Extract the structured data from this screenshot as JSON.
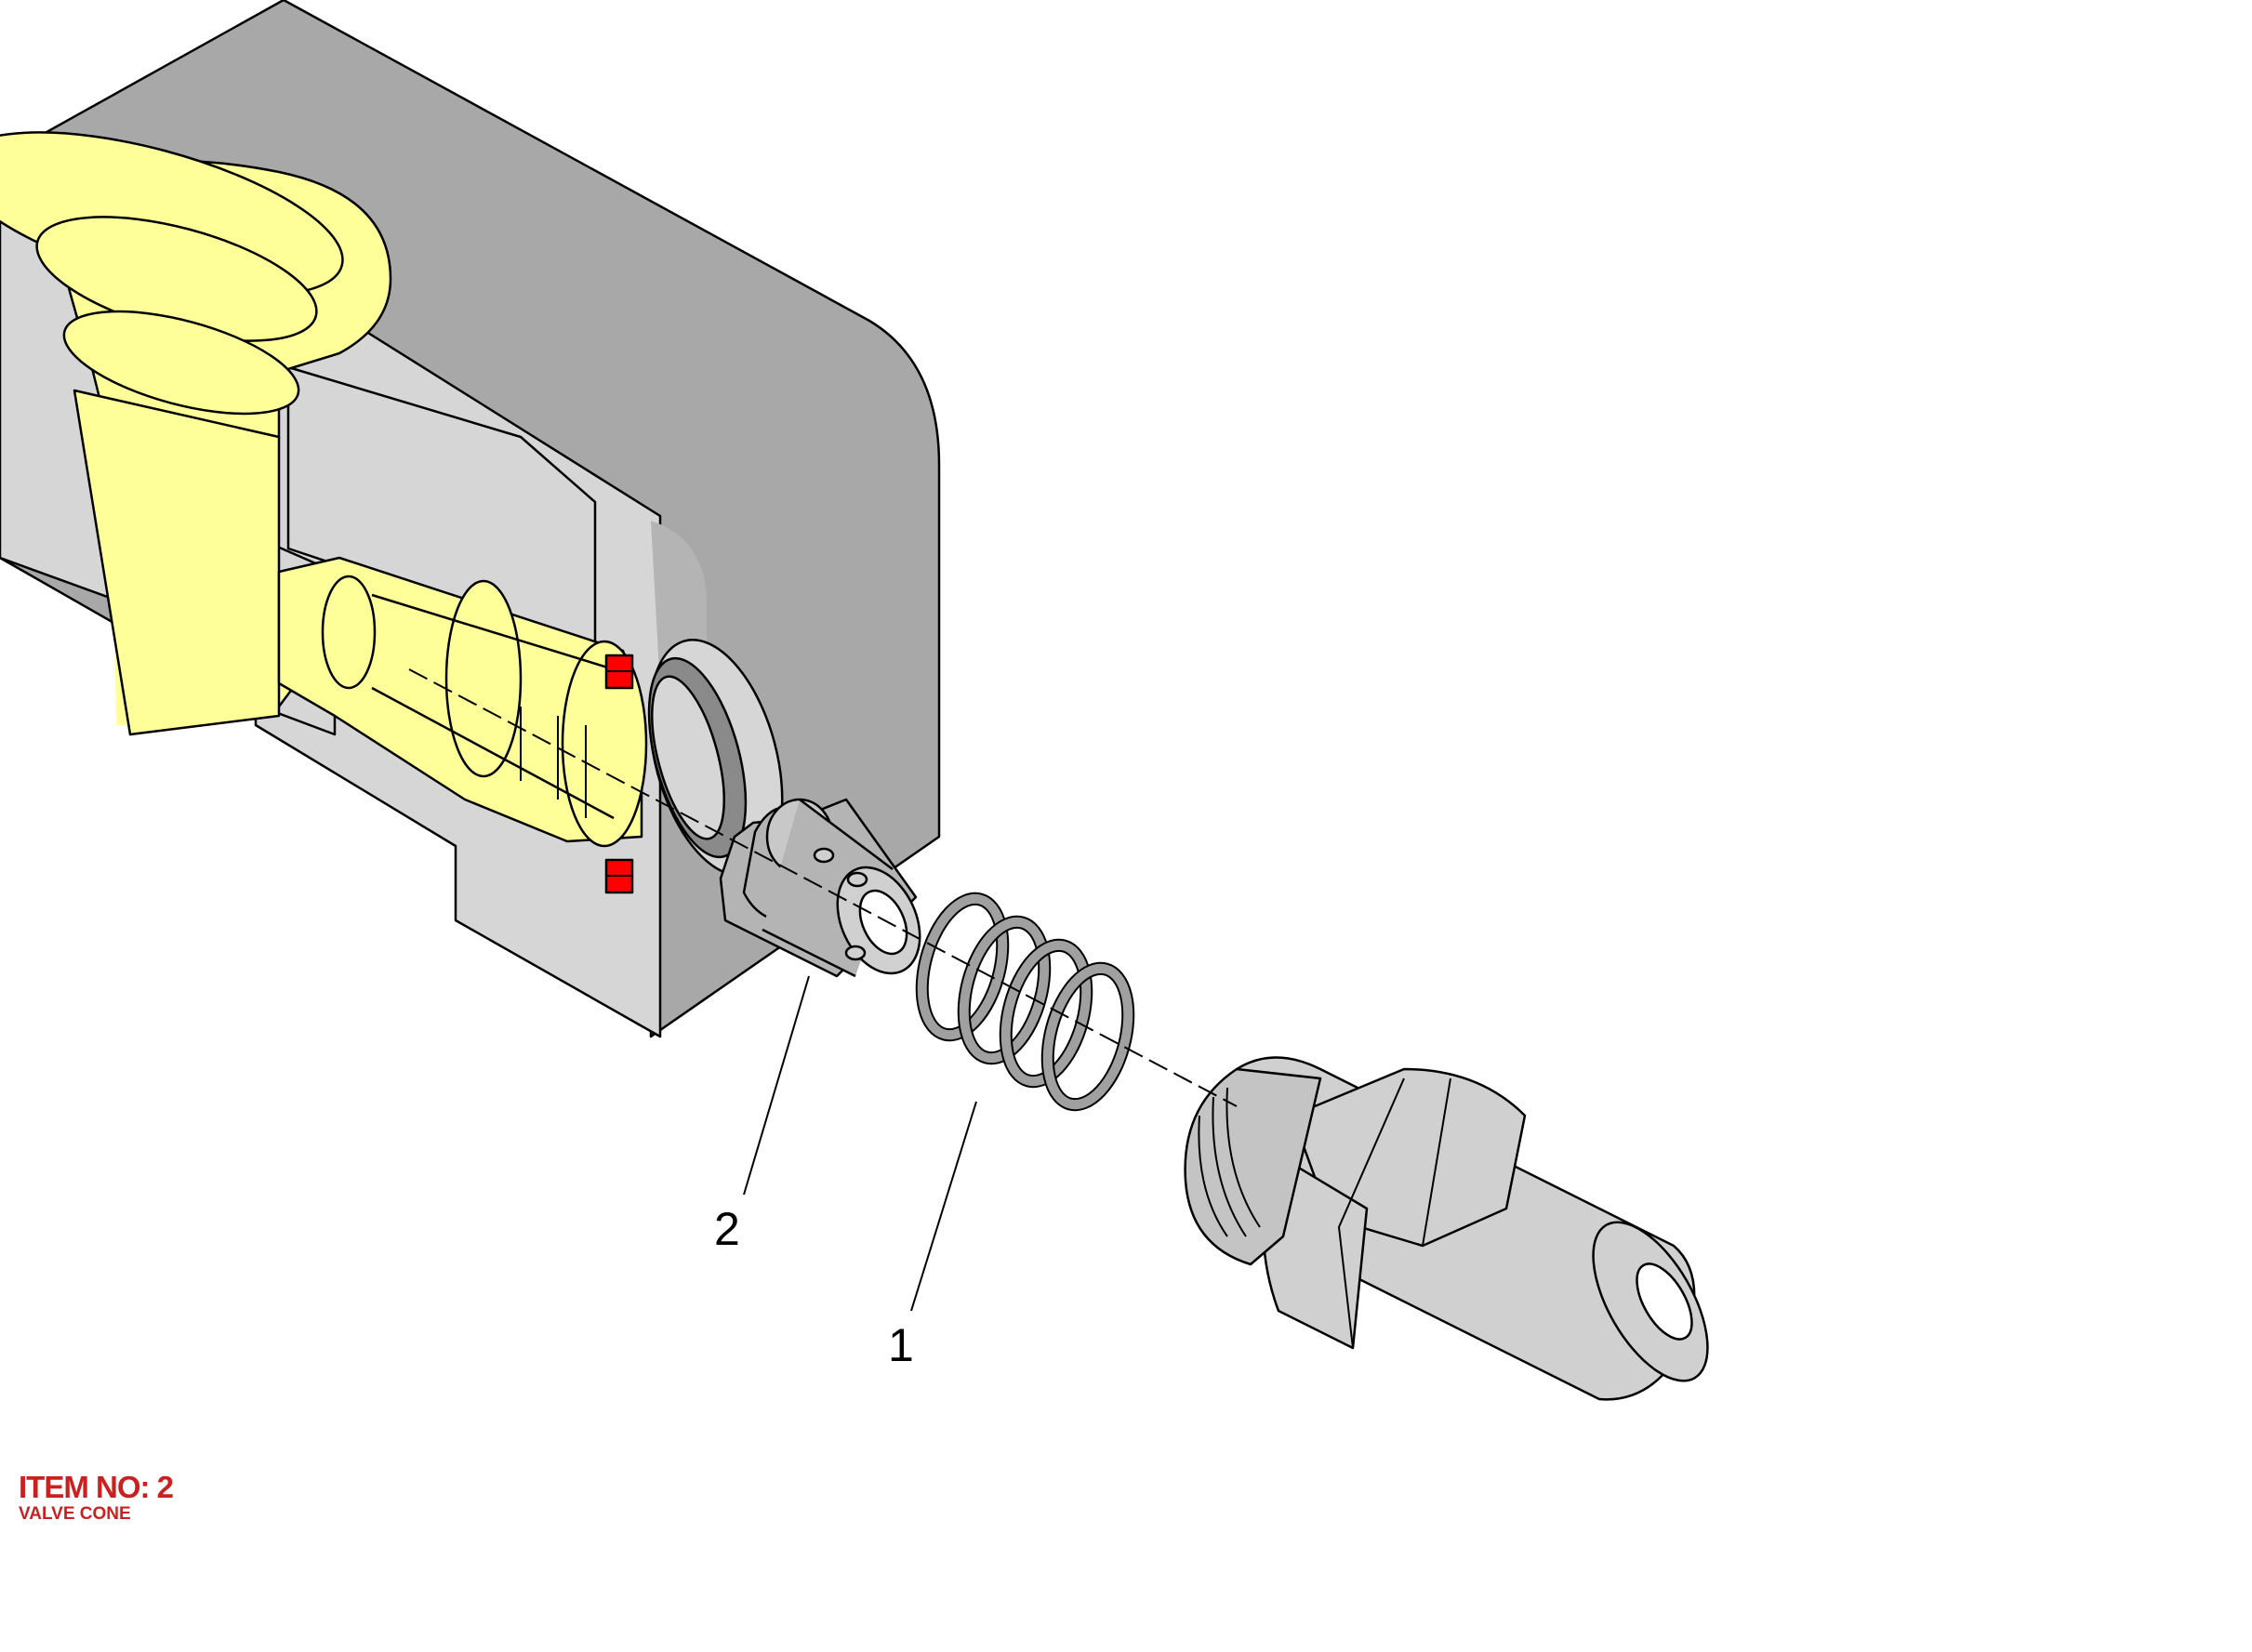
{
  "callouts": [
    {
      "label": "1"
    },
    {
      "label": "2"
    }
  ],
  "item": {
    "title": "ITEM NO: 2",
    "name": "VALVE CONE"
  },
  "colors": {
    "body": "#a8a8a8",
    "cut_face": "#d6d6d6",
    "bore": "#ffff99",
    "seal": "#ff0000",
    "parts": "#d0d0d0",
    "spring": "#a0a0a0",
    "label_red": "#cc1f1f"
  }
}
